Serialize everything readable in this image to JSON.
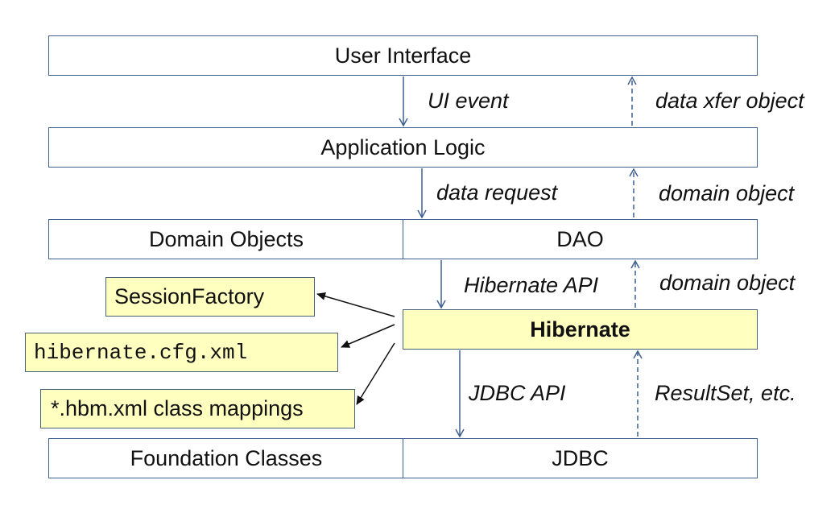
{
  "layers": {
    "user_interface": "User Interface",
    "application_logic": "Application Logic",
    "domain_objects": "Domain Objects",
    "dao": "DAO",
    "hibernate": "Hibernate",
    "foundation_classes": "Foundation Classes",
    "jdbc": "JDBC"
  },
  "config": {
    "session_factory": "SessionFactory",
    "cfg_xml": "hibernate.cfg.xml",
    "hbm_mappings": "*.hbm.xml class mappings"
  },
  "flows": {
    "ui_event": "UI event",
    "data_xfer_object": "data xfer object",
    "data_request": "data request",
    "domain_object_1": "domain object",
    "hibernate_api": "Hibernate API",
    "domain_object_2": "domain object",
    "jdbc_api": "JDBC API",
    "resultset": "ResultSet, etc."
  },
  "colors": {
    "box_border": "#3f5f8f",
    "highlight_fill": "#ffffc0",
    "arrow": "#3f5f8f"
  }
}
